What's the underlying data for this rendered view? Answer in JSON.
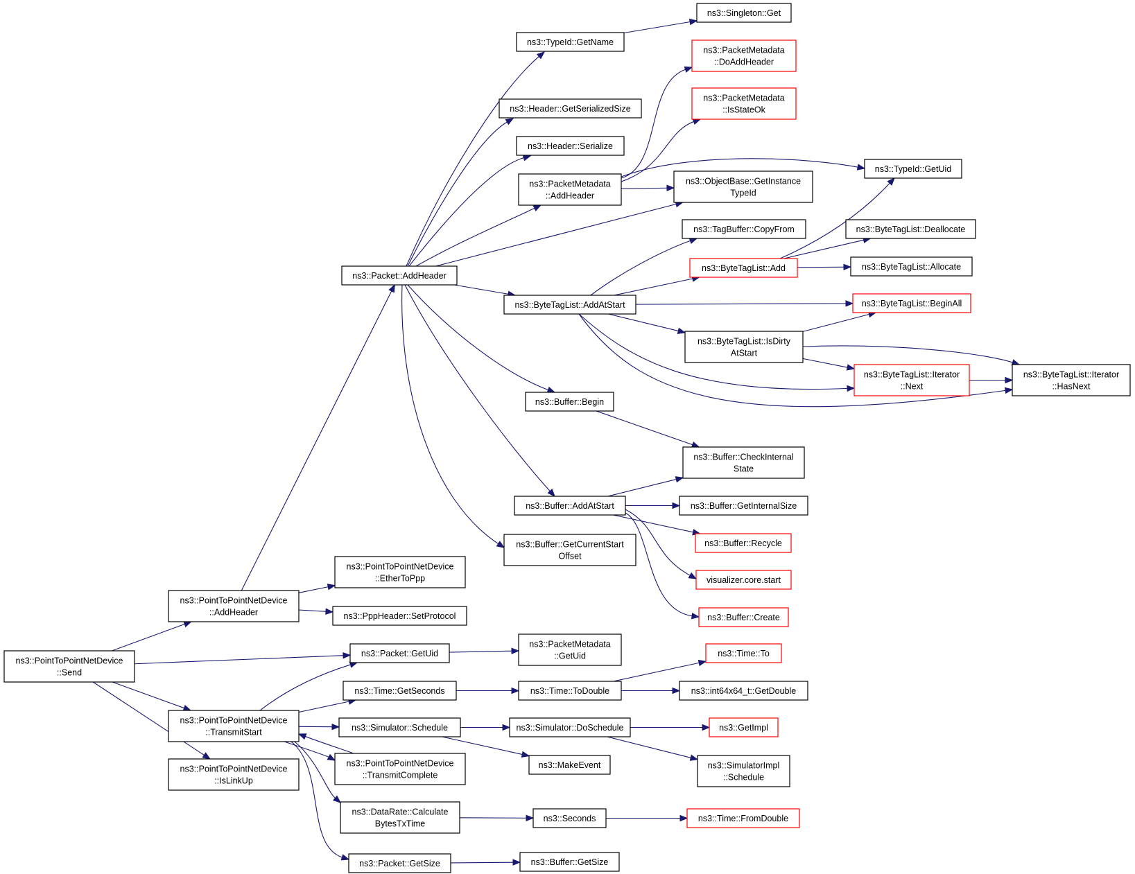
{
  "colors": {
    "edge": "#191970",
    "border_normal": "#000000",
    "border_truncated": "#ff0000",
    "root_fill": "#bfbfbf"
  },
  "nodes": [
    {
      "id": "send",
      "lines": [
        "ns3::PointToPointNetDevice",
        "::Send"
      ],
      "style": "root"
    },
    {
      "id": "p2p_addheader",
      "lines": [
        "ns3::PointToPointNetDevice",
        "::AddHeader"
      ],
      "style": "normal"
    },
    {
      "id": "transmitstart",
      "lines": [
        "ns3::PointToPointNetDevice",
        "::TransmitStart"
      ],
      "style": "normal"
    },
    {
      "id": "islinkup",
      "lines": [
        "ns3::PointToPointNetDevice",
        "::IsLinkUp"
      ],
      "style": "normal"
    },
    {
      "id": "packet_addheader",
      "lines": [
        "ns3::Packet::AddHeader"
      ],
      "style": "normal"
    },
    {
      "id": "ethertoppp",
      "lines": [
        "ns3::PointToPointNetDevice",
        "::EtherToPpp"
      ],
      "style": "normal"
    },
    {
      "id": "setprotocol",
      "lines": [
        "ns3::PppHeader::SetProtocol"
      ],
      "style": "normal"
    },
    {
      "id": "packet_getuid",
      "lines": [
        "ns3::Packet::GetUid"
      ],
      "style": "normal"
    },
    {
      "id": "time_getseconds",
      "lines": [
        "ns3::Time::GetSeconds"
      ],
      "style": "normal"
    },
    {
      "id": "sim_schedule",
      "lines": [
        "ns3::Simulator::Schedule"
      ],
      "style": "normal"
    },
    {
      "id": "transmitcomplete",
      "lines": [
        "ns3::PointToPointNetDevice",
        "::TransmitComplete"
      ],
      "style": "normal"
    },
    {
      "id": "calcbytes",
      "lines": [
        "ns3::DataRate::Calculate",
        "BytesTxTime"
      ],
      "style": "normal"
    },
    {
      "id": "packet_getsize",
      "lines": [
        "ns3::Packet::GetSize"
      ],
      "style": "normal"
    },
    {
      "id": "typeid_getname",
      "lines": [
        "ns3::TypeId::GetName"
      ],
      "style": "normal"
    },
    {
      "id": "header_getserializedsize",
      "lines": [
        "ns3::Header::GetSerializedSize"
      ],
      "style": "normal"
    },
    {
      "id": "header_serialize",
      "lines": [
        "ns3::Header::Serialize"
      ],
      "style": "normal"
    },
    {
      "id": "pm_addheader",
      "lines": [
        "ns3::PacketMetadata",
        "::AddHeader"
      ],
      "style": "normal"
    },
    {
      "id": "btl_addatstart",
      "lines": [
        "ns3::ByteTagList::AddAtStart"
      ],
      "style": "normal"
    },
    {
      "id": "buffer_begin",
      "lines": [
        "ns3::Buffer::Begin"
      ],
      "style": "normal"
    },
    {
      "id": "buffer_addatstart",
      "lines": [
        "ns3::Buffer::AddAtStart"
      ],
      "style": "normal"
    },
    {
      "id": "buffer_getcurrentstart",
      "lines": [
        "ns3::Buffer::GetCurrentStart",
        "Offset"
      ],
      "style": "normal"
    },
    {
      "id": "pm_getuid",
      "lines": [
        "ns3::PacketMetadata",
        "::GetUid"
      ],
      "style": "normal"
    },
    {
      "id": "time_todouble",
      "lines": [
        "ns3::Time::ToDouble"
      ],
      "style": "normal"
    },
    {
      "id": "sim_doschedule",
      "lines": [
        "ns3::Simulator::DoSchedule"
      ],
      "style": "normal"
    },
    {
      "id": "makeevent",
      "lines": [
        "ns3::MakeEvent"
      ],
      "style": "normal"
    },
    {
      "id": "seconds",
      "lines": [
        "ns3::Seconds"
      ],
      "style": "normal"
    },
    {
      "id": "buffer_getsize",
      "lines": [
        "ns3::Buffer::GetSize"
      ],
      "style": "normal"
    },
    {
      "id": "singleton_get",
      "lines": [
        "ns3::Singleton::Get"
      ],
      "style": "normal"
    },
    {
      "id": "pm_doaddheader",
      "lines": [
        "ns3::PacketMetadata",
        "::DoAddHeader"
      ],
      "style": "truncated"
    },
    {
      "id": "pm_isstateok",
      "lines": [
        "ns3::PacketMetadata",
        "::IsStateOk"
      ],
      "style": "truncated"
    },
    {
      "id": "objectbase_getinstancetypeid",
      "lines": [
        "ns3::ObjectBase::GetInstance",
        "TypeId"
      ],
      "style": "normal"
    },
    {
      "id": "tagbuffer_copyfrom",
      "lines": [
        "ns3::TagBuffer::CopyFrom"
      ],
      "style": "normal"
    },
    {
      "id": "btl_add",
      "lines": [
        "ns3::ByteTagList::Add"
      ],
      "style": "truncated"
    },
    {
      "id": "btl_isdirtyatstart",
      "lines": [
        "ns3::ByteTagList::IsDirty",
        "AtStart"
      ],
      "style": "normal"
    },
    {
      "id": "buffer_checkinternalstate",
      "lines": [
        "ns3::Buffer::CheckInternal",
        "State"
      ],
      "style": "normal"
    },
    {
      "id": "buffer_getinternalsize",
      "lines": [
        "ns3::Buffer::GetInternalSize"
      ],
      "style": "normal"
    },
    {
      "id": "buffer_recycle",
      "lines": [
        "ns3::Buffer::Recycle"
      ],
      "style": "truncated"
    },
    {
      "id": "visualizer_core_start",
      "lines": [
        "visualizer.core.start"
      ],
      "style": "truncated"
    },
    {
      "id": "buffer_create",
      "lines": [
        "ns3::Buffer::Create"
      ],
      "style": "truncated"
    },
    {
      "id": "time_to",
      "lines": [
        "ns3::Time::To"
      ],
      "style": "truncated"
    },
    {
      "id": "int64x64_getdouble",
      "lines": [
        "ns3::int64x64_t::GetDouble"
      ],
      "style": "normal"
    },
    {
      "id": "getimpl",
      "lines": [
        "ns3::GetImpl"
      ],
      "style": "truncated"
    },
    {
      "id": "simimpl_schedule",
      "lines": [
        "ns3::SimulatorImpl",
        "::Schedule"
      ],
      "style": "normal"
    },
    {
      "id": "time_fromdouble",
      "lines": [
        "ns3::Time::FromDouble"
      ],
      "style": "truncated"
    },
    {
      "id": "typeid_getuid",
      "lines": [
        "ns3::TypeId::GetUid"
      ],
      "style": "normal"
    },
    {
      "id": "btl_deallocate",
      "lines": [
        "ns3::ByteTagList::Deallocate"
      ],
      "style": "normal"
    },
    {
      "id": "btl_allocate",
      "lines": [
        "ns3::ByteTagList::Allocate"
      ],
      "style": "normal"
    },
    {
      "id": "btl_beginall",
      "lines": [
        "ns3::ByteTagList::BeginAll"
      ],
      "style": "truncated"
    },
    {
      "id": "btl_iterator_next",
      "lines": [
        "ns3::ByteTagList::Iterator",
        "::Next"
      ],
      "style": "truncated"
    },
    {
      "id": "btl_iterator_hasnext",
      "lines": [
        "ns3::ByteTagList::Iterator",
        "::HasNext"
      ],
      "style": "normal"
    }
  ],
  "edges": [
    [
      "send",
      "p2p_addheader"
    ],
    [
      "send",
      "packet_getuid"
    ],
    [
      "send",
      "transmitstart"
    ],
    [
      "send",
      "islinkup"
    ],
    [
      "p2p_addheader",
      "packet_addheader"
    ],
    [
      "p2p_addheader",
      "ethertoppp"
    ],
    [
      "p2p_addheader",
      "setprotocol"
    ],
    [
      "transmitstart",
      "packet_getuid"
    ],
    [
      "transmitstart",
      "time_getseconds"
    ],
    [
      "transmitstart",
      "sim_schedule"
    ],
    [
      "transmitstart",
      "transmitcomplete"
    ],
    [
      "transmitstart",
      "calcbytes"
    ],
    [
      "transmitstart",
      "packet_getsize"
    ],
    [
      "transmitcomplete",
      "transmitstart"
    ],
    [
      "packet_addheader",
      "typeid_getname"
    ],
    [
      "packet_addheader",
      "header_getserializedsize"
    ],
    [
      "packet_addheader",
      "header_serialize"
    ],
    [
      "packet_addheader",
      "pm_addheader"
    ],
    [
      "packet_addheader",
      "objectbase_getinstancetypeid"
    ],
    [
      "packet_addheader",
      "btl_addatstart"
    ],
    [
      "packet_addheader",
      "buffer_begin"
    ],
    [
      "packet_addheader",
      "buffer_addatstart"
    ],
    [
      "packet_addheader",
      "buffer_getcurrentstart"
    ],
    [
      "typeid_getname",
      "singleton_get"
    ],
    [
      "pm_addheader",
      "pm_doaddheader"
    ],
    [
      "pm_addheader",
      "pm_isstateok"
    ],
    [
      "pm_addheader",
      "typeid_getuid"
    ],
    [
      "pm_addheader",
      "objectbase_getinstancetypeid"
    ],
    [
      "btl_addatstart",
      "tagbuffer_copyfrom"
    ],
    [
      "btl_addatstart",
      "btl_add"
    ],
    [
      "btl_addatstart",
      "btl_beginall"
    ],
    [
      "btl_addatstart",
      "btl_isdirtyatstart"
    ],
    [
      "btl_addatstart",
      "btl_iterator_next"
    ],
    [
      "btl_addatstart",
      "btl_iterator_hasnext"
    ],
    [
      "btl_add",
      "typeid_getuid"
    ],
    [
      "btl_add",
      "btl_deallocate"
    ],
    [
      "btl_add",
      "btl_allocate"
    ],
    [
      "btl_isdirtyatstart",
      "btl_beginall"
    ],
    [
      "btl_isdirtyatstart",
      "btl_iterator_hasnext"
    ],
    [
      "btl_isdirtyatstart",
      "btl_iterator_next"
    ],
    [
      "btl_iterator_next",
      "btl_iterator_hasnext"
    ],
    [
      "buffer_begin",
      "buffer_checkinternalstate"
    ],
    [
      "buffer_addatstart",
      "buffer_checkinternalstate"
    ],
    [
      "buffer_addatstart",
      "buffer_getinternalsize"
    ],
    [
      "buffer_addatstart",
      "buffer_recycle"
    ],
    [
      "buffer_addatstart",
      "visualizer_core_start"
    ],
    [
      "buffer_addatstart",
      "buffer_create"
    ],
    [
      "packet_getuid",
      "pm_getuid"
    ],
    [
      "time_getseconds",
      "time_todouble"
    ],
    [
      "time_todouble",
      "time_to"
    ],
    [
      "time_todouble",
      "int64x64_getdouble"
    ],
    [
      "sim_schedule",
      "sim_doschedule"
    ],
    [
      "sim_schedule",
      "makeevent"
    ],
    [
      "sim_doschedule",
      "getimpl"
    ],
    [
      "sim_doschedule",
      "simimpl_schedule"
    ],
    [
      "calcbytes",
      "seconds"
    ],
    [
      "seconds",
      "time_fromdouble"
    ],
    [
      "packet_getsize",
      "buffer_getsize"
    ]
  ]
}
